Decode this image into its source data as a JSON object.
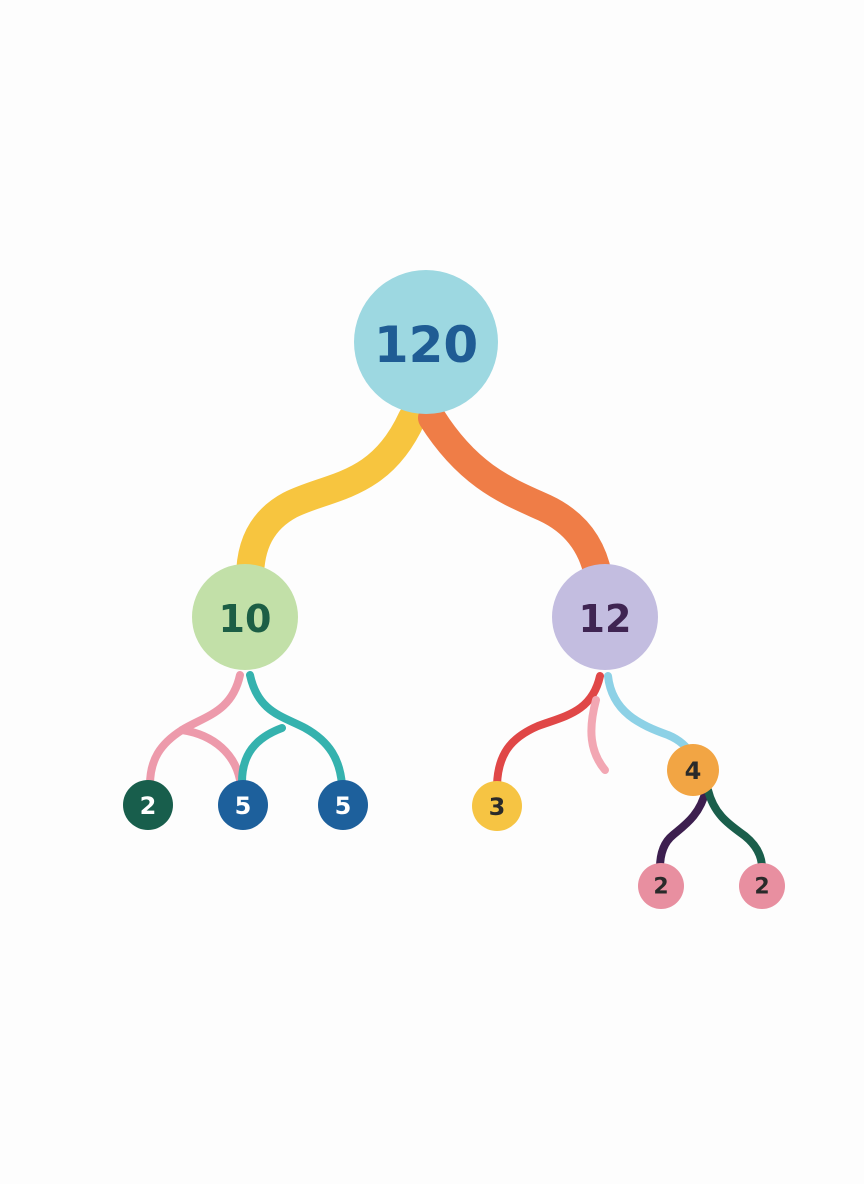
{
  "nodes": {
    "root": {
      "label": "120",
      "fill": "#9dd8e1",
      "text_color": "#1f5c94"
    },
    "left": {
      "label": "10",
      "fill": "#c2e0a8",
      "text_color": "#1c5e45"
    },
    "right": {
      "label": "12",
      "fill": "#c3bde0",
      "text_color": "#3f2452"
    },
    "leaf_a": {
      "label": "2",
      "fill": "#185e4c",
      "text_color": "#ffffff"
    },
    "leaf_b": {
      "label": "5",
      "fill": "#1d609c",
      "text_color": "#ffffff"
    },
    "leaf_c": {
      "label": "5",
      "fill": "#1d609c",
      "text_color": "#ffffff"
    },
    "leaf_d": {
      "label": "3",
      "fill": "#f6c443",
      "text_color": "#2a2a2a"
    },
    "inner_e": {
      "label": "4",
      "fill": "#f2a544",
      "text_color": "#2a2a2a"
    },
    "leaf_f": {
      "label": "2",
      "fill": "#e88fa0",
      "text_color": "#2a2a2a"
    },
    "leaf_g": {
      "label": "2",
      "fill": "#e88fa0",
      "text_color": "#2a2a2a"
    }
  },
  "branch_colors": {
    "root_left": "#f7c53f",
    "root_right": "#ef7d47",
    "left_a": "#ed9aab",
    "left_b": "#ed9aab",
    "left_b2": "#35b2ae",
    "left_c": "#35b2ae",
    "right_d": "#e04747",
    "right_stub": "#f2a7b3",
    "right_e": "#8dd1e6",
    "e_f": "#3d1f4f",
    "e_g": "#1a5e4b"
  }
}
